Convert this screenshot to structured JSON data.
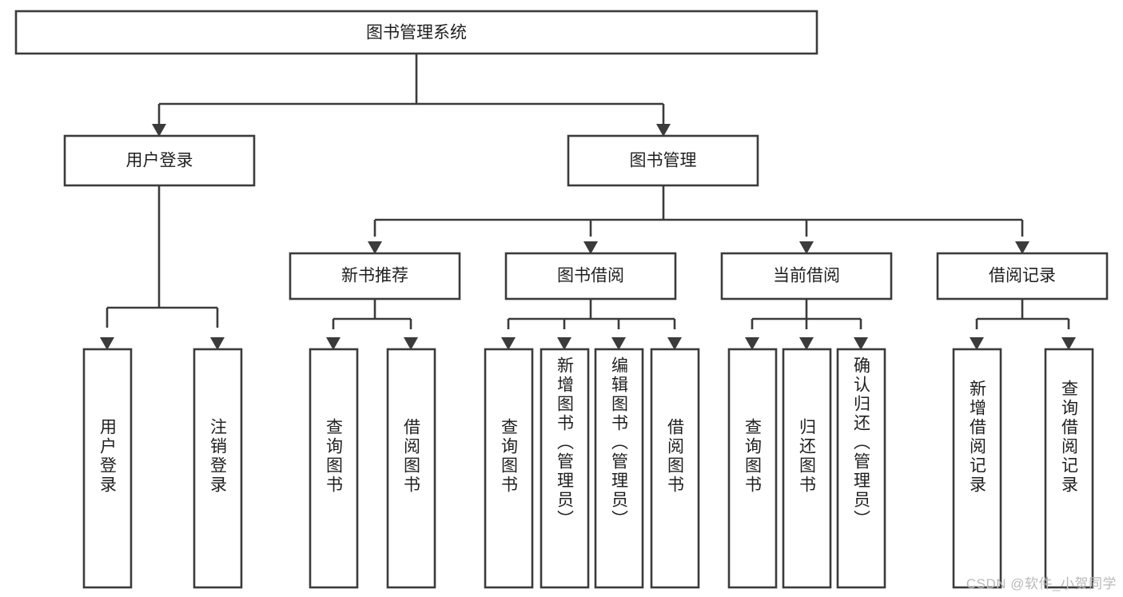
{
  "diagram": {
    "type": "tree",
    "title_text": "图书管理系统",
    "background_color": "#ffffff",
    "stroke_color": "#3b3b3b",
    "text_color": "#1f1f1f",
    "watermark": "CSDN @软件_小贺同学",
    "root": {
      "label": "图书管理系统"
    },
    "level1": [
      {
        "label": "用户登录"
      },
      {
        "label": "图书管理"
      }
    ],
    "level2": [
      {
        "label": "新书推荐"
      },
      {
        "label": "图书借阅"
      },
      {
        "label": "当前借阅"
      },
      {
        "label": "借阅记录"
      }
    ],
    "leaves": {
      "user_login": [
        {
          "label": "用户登录"
        },
        {
          "label": "注销登录"
        }
      ],
      "new_book_recommend": [
        {
          "label": "查询图书"
        },
        {
          "label": "借阅图书"
        }
      ],
      "book_borrow": [
        {
          "label": "查询图书"
        },
        {
          "label": "新增图书（管理员）"
        },
        {
          "label": "编辑图书（管理员）"
        },
        {
          "label": "借阅图书"
        }
      ],
      "current_borrow": [
        {
          "label": "查询图书"
        },
        {
          "label": "归还图书"
        },
        {
          "label": "确认归还（管理员）"
        }
      ],
      "borrow_record": [
        {
          "label": "新增借阅记录"
        },
        {
          "label": "查询借阅记录"
        }
      ]
    }
  }
}
